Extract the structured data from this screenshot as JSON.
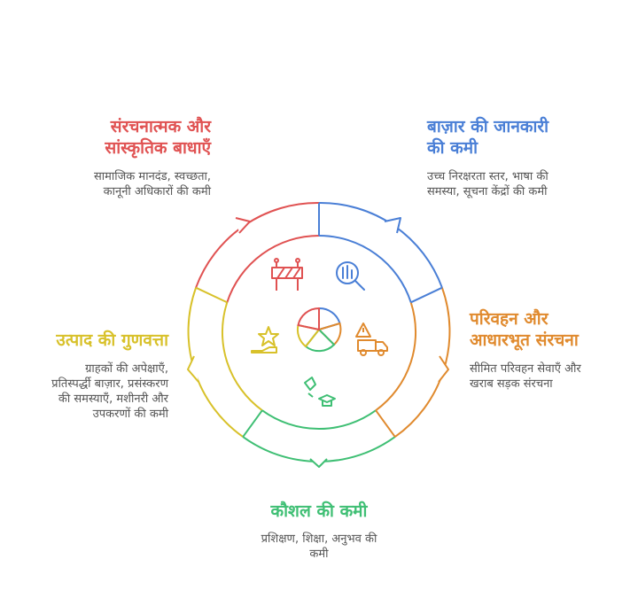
{
  "colors": {
    "red": "#e05252",
    "blue": "#4a7fd6",
    "orange": "#e08a2e",
    "green": "#3fbf74",
    "yellow": "#d8c12a",
    "text": "#555555"
  },
  "segments": [
    {
      "id": "cultural",
      "color_key": "red",
      "icon": "road-barrier-icon",
      "title_lines": [
        "संरचनात्मक और",
        "सांस्कृतिक बाधाएँ"
      ],
      "desc_lines": [
        "सामाजिक मानदंड, स्वच्छता,",
        "कानूनी अधिकारों की कमी"
      ]
    },
    {
      "id": "market",
      "color_key": "blue",
      "icon": "market-search-icon",
      "title_lines": [
        "बाज़ार की जानकारी",
        "की कमी"
      ],
      "desc_lines": [
        "उच्च निरक्षरता स्तर, भाषा की",
        "समस्या, सूचना केंद्रों की कमी"
      ]
    },
    {
      "id": "transport",
      "color_key": "orange",
      "icon": "truck-warning-icon",
      "title_lines": [
        "परिवहन और",
        "आधारभूत संरचना"
      ],
      "desc_lines": [
        "सीमित परिवहन सेवाएँ और",
        "खराब सड़क संरचना"
      ]
    },
    {
      "id": "skills",
      "color_key": "green",
      "icon": "graduation-cap-icon",
      "title_lines": [
        "कौशल की कमी"
      ],
      "desc_lines": [
        "प्रशिक्षण, शिक्षा, अनुभव की",
        "कमी"
      ]
    },
    {
      "id": "quality",
      "color_key": "yellow",
      "icon": "star-hand-icon",
      "title_lines": [
        "उत्पाद की गुणवत्ता"
      ],
      "desc_lines": [
        "ग्राहकों की अपेक्षाएँ,",
        "प्रतिस्पर्द्धी बाज़ार, प्रसंस्करण",
        "की समस्याएँ, मशीनरी और",
        "उपकरणों की कमी"
      ]
    }
  ]
}
